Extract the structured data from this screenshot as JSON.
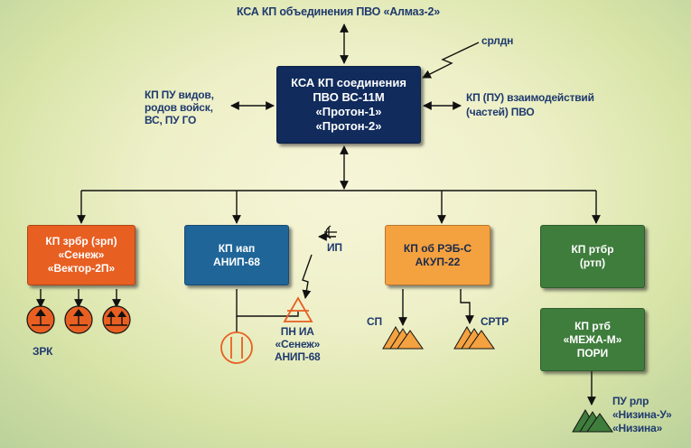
{
  "top": {
    "label": "КСА КП объединения ПВО «Алмаз-2»"
  },
  "center": {
    "label": "КСА КП соединения\nПВО ВС-11М\n«Протон-1»\n«Протон-2»"
  },
  "srldn": {
    "label": "срлдн"
  },
  "left_peer": {
    "label": "КП ПУ видов,\nродов войск,\nВС, ПУ ГО"
  },
  "right_peer": {
    "label": "КП (ПУ) взаимодействий\n(частей) ПВО"
  },
  "boxes": {
    "zrbr": "КП зрбр (зрп)\n«Сенеж»\n«Вектор-2П»",
    "iap": "КП иап\nАНИП-68",
    "reb": "КП об РЭБ-С\nАКУП-22",
    "rtbr": "КП ртбр\n(ртп)",
    "rtb": "КП ртб\n«МЕЖА-М»\nПОРИ"
  },
  "labels": {
    "zrk": "ЗРК",
    "ip": "ИП",
    "pn_ia": "ПН ИА\n«Сенеж»\nАНИП-68",
    "sp": "СП",
    "srtr": "СРТР",
    "pu_rlr": "ПУ рлр\n«Низина-У»\n«Низина»"
  },
  "colors": {
    "center": "#102b5c",
    "zrbr": "#e85f22",
    "iap": "#1f6598",
    "reb": "#f4a140",
    "rt": "#3f7d3c",
    "label_text": "#1f3a6e"
  }
}
